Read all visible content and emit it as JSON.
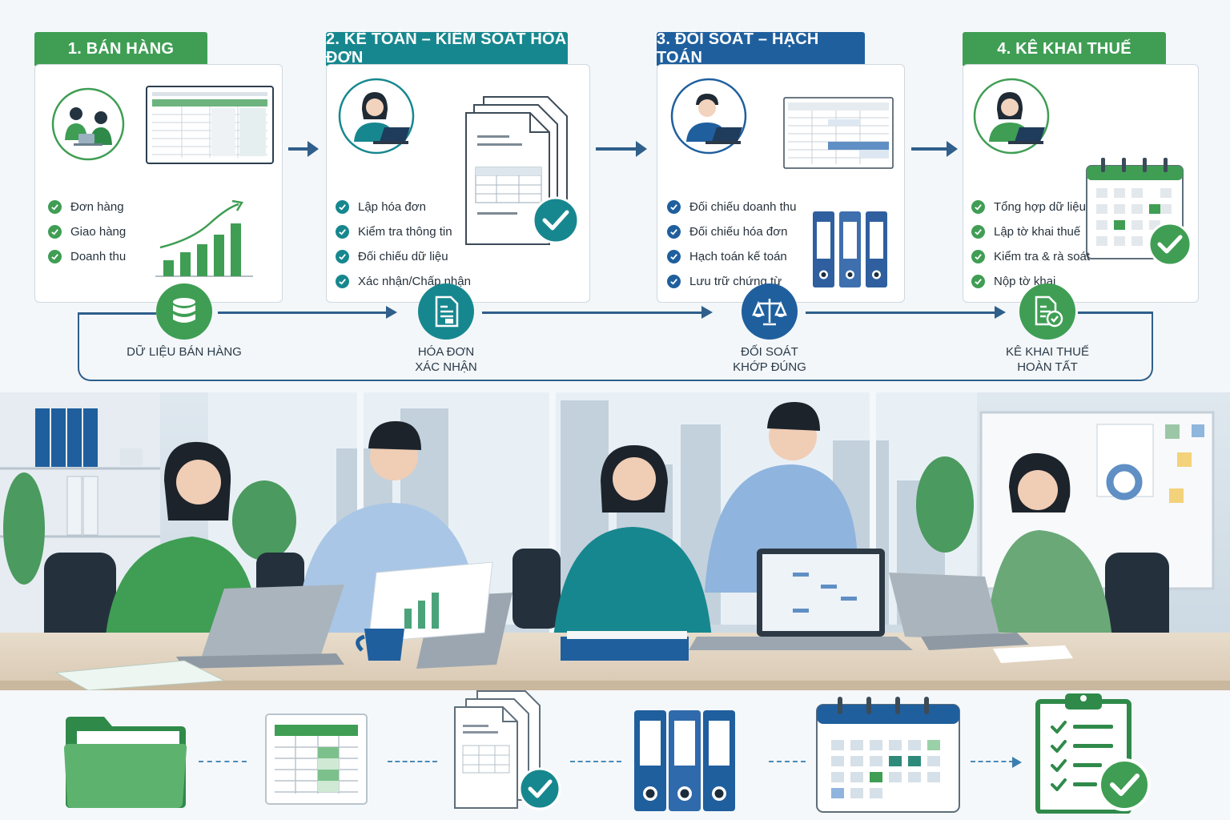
{
  "colors": {
    "green": "#3f9e54",
    "teal": "#17878f",
    "blue": "#1f5f9e",
    "navy": "#2f5f8a"
  },
  "stages": [
    {
      "title": "1. BÁN HÀNG",
      "items": [
        "Đơn hàng",
        "Giao hàng",
        "Doanh thu"
      ]
    },
    {
      "title": "2. KẾ TOÁN – KIỂM SOÁT HÓA ĐƠN",
      "items": [
        "Lập hóa đơn",
        "Kiểm tra thông tin",
        "Đối chiếu dữ liệu",
        "Xác nhận/Chấp nhận"
      ]
    },
    {
      "title": "3. ĐỐI SOÁT – HẠCH TOÁN",
      "items": [
        "Đối chiếu doanh thu",
        "Đối chiếu hóa đơn",
        "Hạch toán kế toán",
        "Lưu trữ chứng từ"
      ]
    },
    {
      "title": "4. KÊ KHAI THUẾ",
      "items": [
        "Tổng hợp dữ liệu",
        "Lập tờ khai thuế",
        "Kiểm tra & rà soát",
        "Nộp tờ khai"
      ]
    }
  ],
  "flow": [
    {
      "line1": "DỮ LIỆU BÁN HÀNG",
      "line2": "",
      "icon": "database-icon"
    },
    {
      "line1": "HÓA ĐƠN",
      "line2": "XÁC NHẬN",
      "icon": "invoice-icon"
    },
    {
      "line1": "ĐỐI SOÁT",
      "line2": "KHỚP ĐÚNG",
      "icon": "scale-icon"
    },
    {
      "line1": "KÊ KHAI THUẾ",
      "line2": "HOÀN TẤT",
      "icon": "tax-doc-icon"
    }
  ],
  "bottom_icons": [
    "folder-icon",
    "spreadsheet-icon",
    "approved-documents-icon",
    "binders-icon",
    "calendar-icon",
    "checklist-icon"
  ]
}
